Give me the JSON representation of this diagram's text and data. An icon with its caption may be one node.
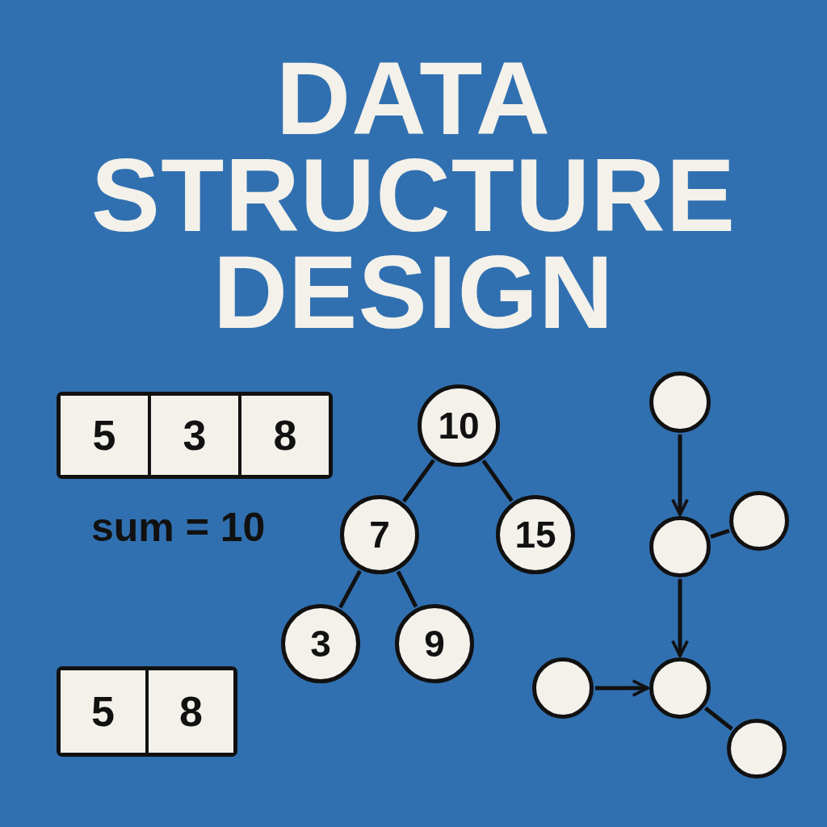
{
  "diagram": {
    "title": "DATA STRUCTURE DESIGN",
    "nodes": [
      {
        "text": [],
        "shape": "box"
      },
      {
        "text": [
          "5"
        ],
        "in": 0
      },
      {
        "text": [
          "3"
        ],
        "in": 0
      },
      {
        "text": [
          "8"
        ],
        "in": 0
      },
      {
        "text": [],
        "shape": "box"
      },
      {
        "text": [
          "5"
        ],
        "in": 4
      },
      {
        "text": [
          "8"
        ],
        "in": 4
      },
      {
        "text": [
          "10"
        ]
      },
      {
        "text": [
          "7"
        ]
      },
      {
        "text": [
          "15"
        ]
      },
      {
        "text": [
          "3"
        ]
      },
      {
        "text": [
          "9"
        ]
      },
      {
        "text": [],
        "shape": "circle"
      },
      {
        "text": [],
        "shape": "circle"
      },
      {
        "text": [],
        "shape": "circle"
      },
      {
        "text": [],
        "shape": "circle"
      },
      {
        "text": [],
        "shape": "circle"
      },
      {
        "text": [],
        "shape": "circle"
      }
    ],
    "edges": [
      {
        "from": 7,
        "to": 8,
        "arrow": "none"
      },
      {
        "from": 7,
        "to": 9,
        "arrow": "none"
      },
      {
        "from": 8,
        "to": 10,
        "arrow": "none"
      },
      {
        "from": 8,
        "to": 11,
        "arrow": "none"
      },
      {
        "from": 12,
        "to": 13,
        "arrow": "to"
      },
      {
        "from": 13,
        "to": 14,
        "arrow": "none"
      },
      {
        "from": 13,
        "to": 16,
        "arrow": "to"
      },
      {
        "from": 15,
        "to": 16,
        "arrow": "to"
      },
      {
        "from": 16,
        "to": 17,
        "arrow": "none"
      }
    ],
    "labels": [
      "sum = 10"
    ]
  }
}
